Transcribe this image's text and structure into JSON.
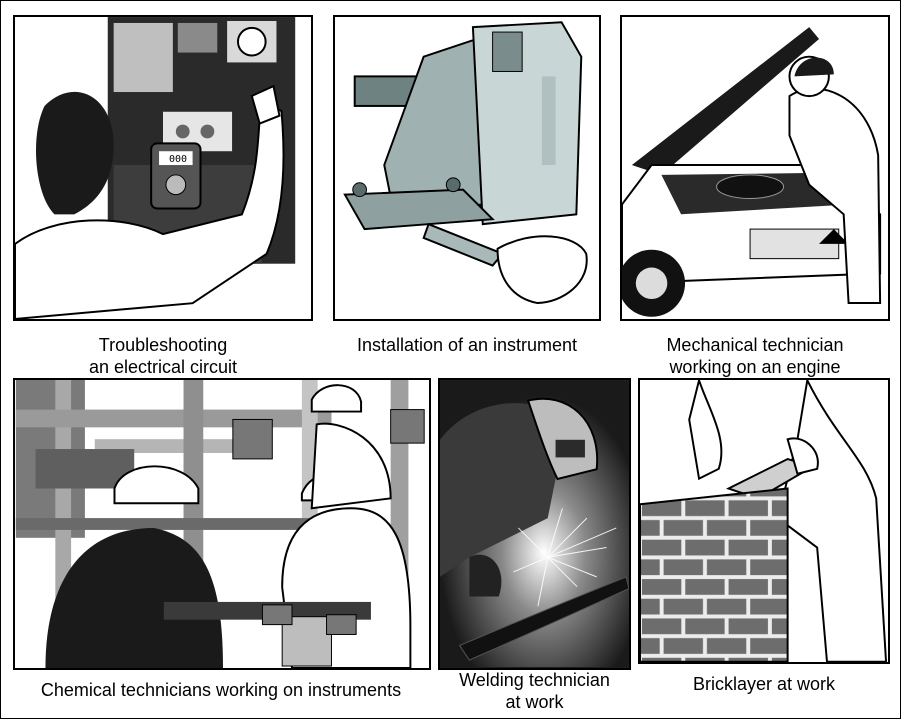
{
  "figure": {
    "captions": {
      "electrical": [
        "Troubleshooting",
        "an electrical circuit"
      ],
      "instrument": [
        "Installation of an instrument"
      ],
      "mechanical": [
        "Mechanical technician",
        "working on an engine"
      ],
      "chemical": [
        "Chemical technicians working on instruments"
      ],
      "welding": [
        "Welding technician",
        "at work"
      ],
      "bricklayer": [
        "Bricklayer at work"
      ]
    },
    "meter_reading": "000"
  }
}
